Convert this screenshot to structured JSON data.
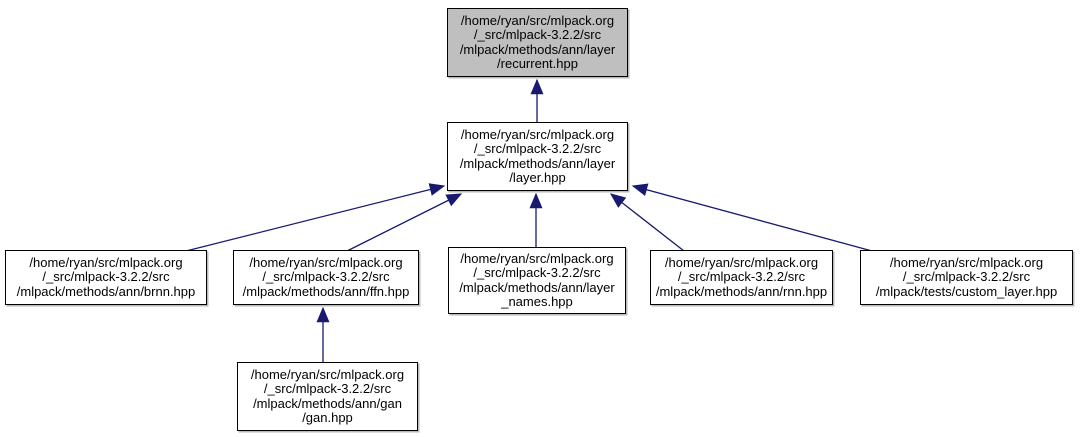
{
  "diagram": {
    "kind": "include-dependency-graph",
    "colors": {
      "background": "#ffffff",
      "node_fill": "#ffffff",
      "current_node_fill": "#bfbfbf",
      "node_border": "#000000",
      "edge_color": "#191970"
    },
    "nodes": [
      {
        "id": "recurrent.hpp",
        "current": true,
        "lines": [
          "/home/ryan/src/mlpack.org",
          "/_src/mlpack-3.2.2/src",
          "/mlpack/methods/ann/layer",
          "/recurrent.hpp"
        ]
      },
      {
        "id": "layer.hpp",
        "current": false,
        "lines": [
          "/home/ryan/src/mlpack.org",
          "/_src/mlpack-3.2.2/src",
          "/mlpack/methods/ann/layer",
          "/layer.hpp"
        ]
      },
      {
        "id": "brnn.hpp",
        "current": false,
        "lines": [
          "/home/ryan/src/mlpack.org",
          "/_src/mlpack-3.2.2/src",
          "/mlpack/methods/ann/brnn.hpp"
        ]
      },
      {
        "id": "ffn.hpp",
        "current": false,
        "lines": [
          "/home/ryan/src/mlpack.org",
          "/_src/mlpack-3.2.2/src",
          "/mlpack/methods/ann/ffn.hpp"
        ]
      },
      {
        "id": "layer_names.hpp",
        "current": false,
        "lines": [
          "/home/ryan/src/mlpack.org",
          "/_src/mlpack-3.2.2/src",
          "/mlpack/methods/ann/layer",
          "_names.hpp"
        ]
      },
      {
        "id": "rnn.hpp",
        "current": false,
        "lines": [
          "/home/ryan/src/mlpack.org",
          "/_src/mlpack-3.2.2/src",
          "/mlpack/methods/ann/rnn.hpp"
        ]
      },
      {
        "id": "custom_layer.hpp",
        "current": false,
        "lines": [
          "/home/ryan/src/mlpack.org",
          "/_src/mlpack-3.2.2/src",
          "/mlpack/tests/custom_layer.hpp"
        ]
      },
      {
        "id": "gan.hpp",
        "current": false,
        "lines": [
          "/home/ryan/src/mlpack.org",
          "/_src/mlpack-3.2.2/src",
          "/mlpack/methods/ann/gan",
          "/gan.hpp"
        ]
      }
    ],
    "edges": [
      {
        "from": "layer.hpp",
        "to": "recurrent.hpp"
      },
      {
        "from": "brnn.hpp",
        "to": "layer.hpp"
      },
      {
        "from": "ffn.hpp",
        "to": "layer.hpp"
      },
      {
        "from": "layer_names.hpp",
        "to": "layer.hpp"
      },
      {
        "from": "rnn.hpp",
        "to": "layer.hpp"
      },
      {
        "from": "custom_layer.hpp",
        "to": "layer.hpp"
      },
      {
        "from": "gan.hpp",
        "to": "ffn.hpp"
      }
    ]
  }
}
